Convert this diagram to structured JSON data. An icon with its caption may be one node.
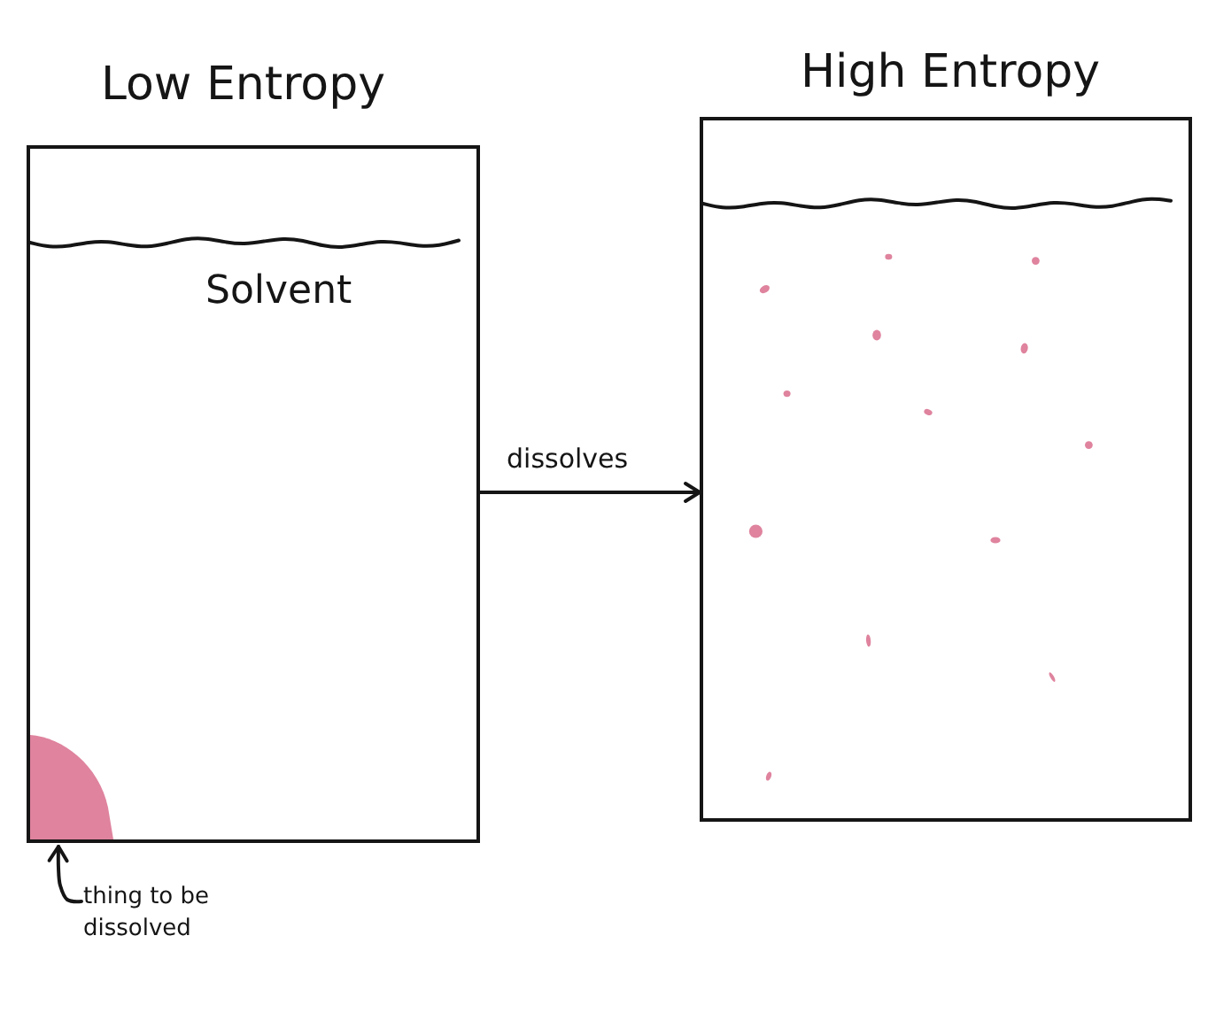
{
  "diagram": {
    "nodes": [
      {
        "text": [
          "Low Entropy",
          "Solvent"
        ]
      },
      {
        "text": [],
        "shape": "circle",
        "in": 0
      },
      {
        "text": [
          "thing to be dissolved"
        ]
      },
      {
        "text": [
          "High Entropy"
        ]
      }
    ],
    "edges": [
      {
        "from": 0,
        "to": 3,
        "arrow": "to",
        "label": "dissolves"
      },
      {
        "from": 2,
        "to": 1,
        "arrow": "to"
      }
    ]
  }
}
